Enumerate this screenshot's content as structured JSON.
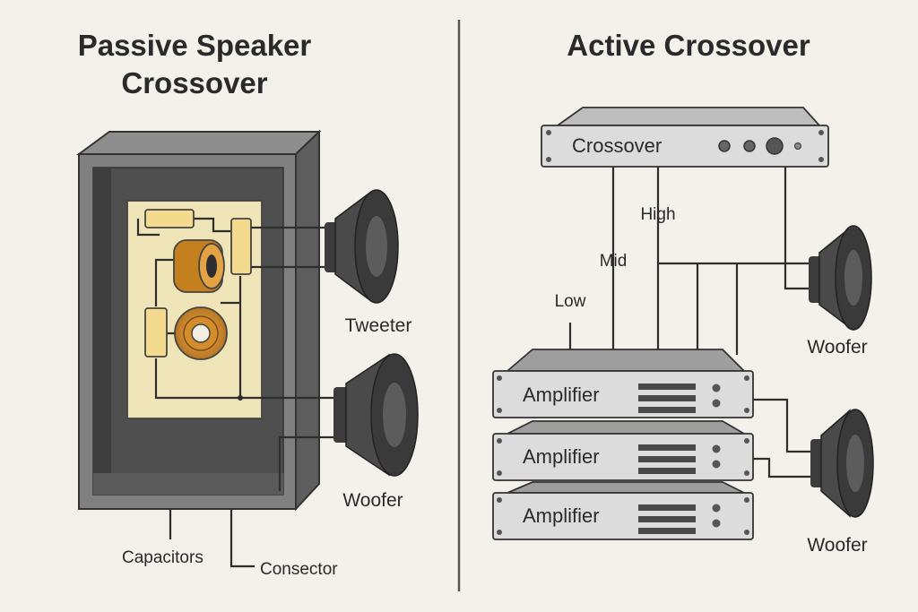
{
  "left": {
    "title_line1": "Passive Speaker",
    "title_line2": "Crossover",
    "labels": {
      "tweeter": "Tweeter",
      "woofer": "Woofer",
      "capacitors": "Capacitors",
      "connector": "Consector"
    }
  },
  "right": {
    "title": "Active Crossover",
    "crossover_label": "Crossover",
    "signals": {
      "high": "High",
      "mid": "Mid",
      "low": "Low"
    },
    "amplifiers": [
      "Amplifier",
      "Amplifier",
      "Amplifier"
    ],
    "woofer_top": "Woofer",
    "woofer_bottom": "Woofer"
  },
  "colors": {
    "background": "#f4f1ea",
    "cabinet": "#6f6f6f",
    "board": "#efe5b8",
    "component": "#f3da8c",
    "coil": "#cf8a2a",
    "rack": "#dcdcdc",
    "speaker": "#4a4a4a"
  }
}
